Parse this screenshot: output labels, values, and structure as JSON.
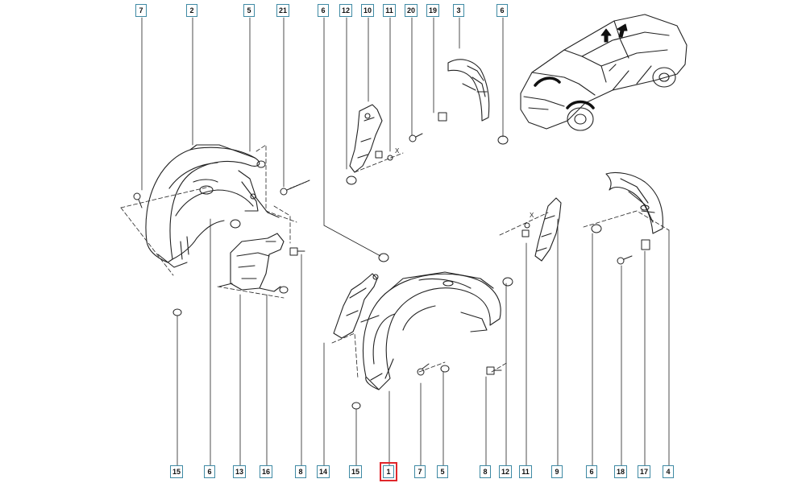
{
  "callouts_top": [
    "7",
    "2",
    "5",
    "21",
    "6",
    "12",
    "10",
    "11",
    "20",
    "19",
    "3",
    "6"
  ],
  "callouts_bottom": [
    "15",
    "6",
    "13",
    "16",
    "8",
    "14",
    "15",
    "1",
    "7",
    "5",
    "8",
    "12",
    "11",
    "9",
    "6",
    "18",
    "17",
    "4"
  ],
  "selected_part": "1",
  "axis_marks": [
    "X",
    "X"
  ],
  "colors": {
    "callout_border": "#3f8aa4",
    "selection_box": "#e0262b",
    "line_art": "#222222"
  }
}
